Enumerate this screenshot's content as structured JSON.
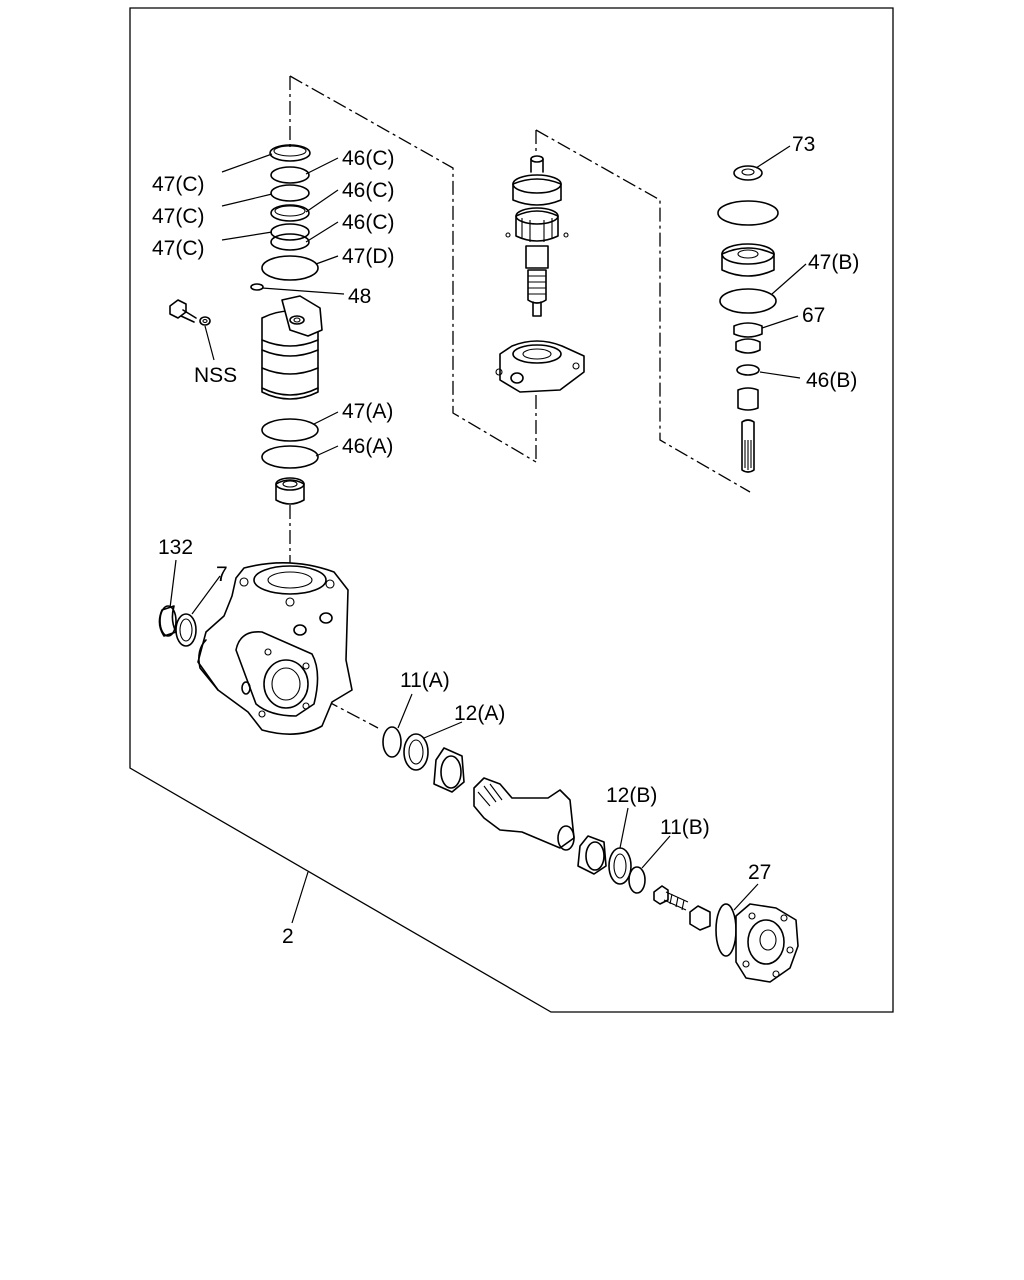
{
  "labels": {
    "p47c_1": "47(C)",
    "p47c_2": "47(C)",
    "p47c_3": "47(C)",
    "p46c_1": "46(C)",
    "p46c_2": "46(C)",
    "p46c_3": "46(C)",
    "p47d": "47(D)",
    "p48": "48",
    "nss": "NSS",
    "p47a": "47(A)",
    "p46a": "46(A)",
    "p73": "73",
    "p47b": "47(B)",
    "p67": "67",
    "p46b": "46(B)",
    "p132": "132",
    "p7": "7",
    "p11a": "11(A)",
    "p12a": "12(A)",
    "p12b": "12(B)",
    "p11b": "11(B)",
    "p27": "27",
    "p2": "2"
  }
}
